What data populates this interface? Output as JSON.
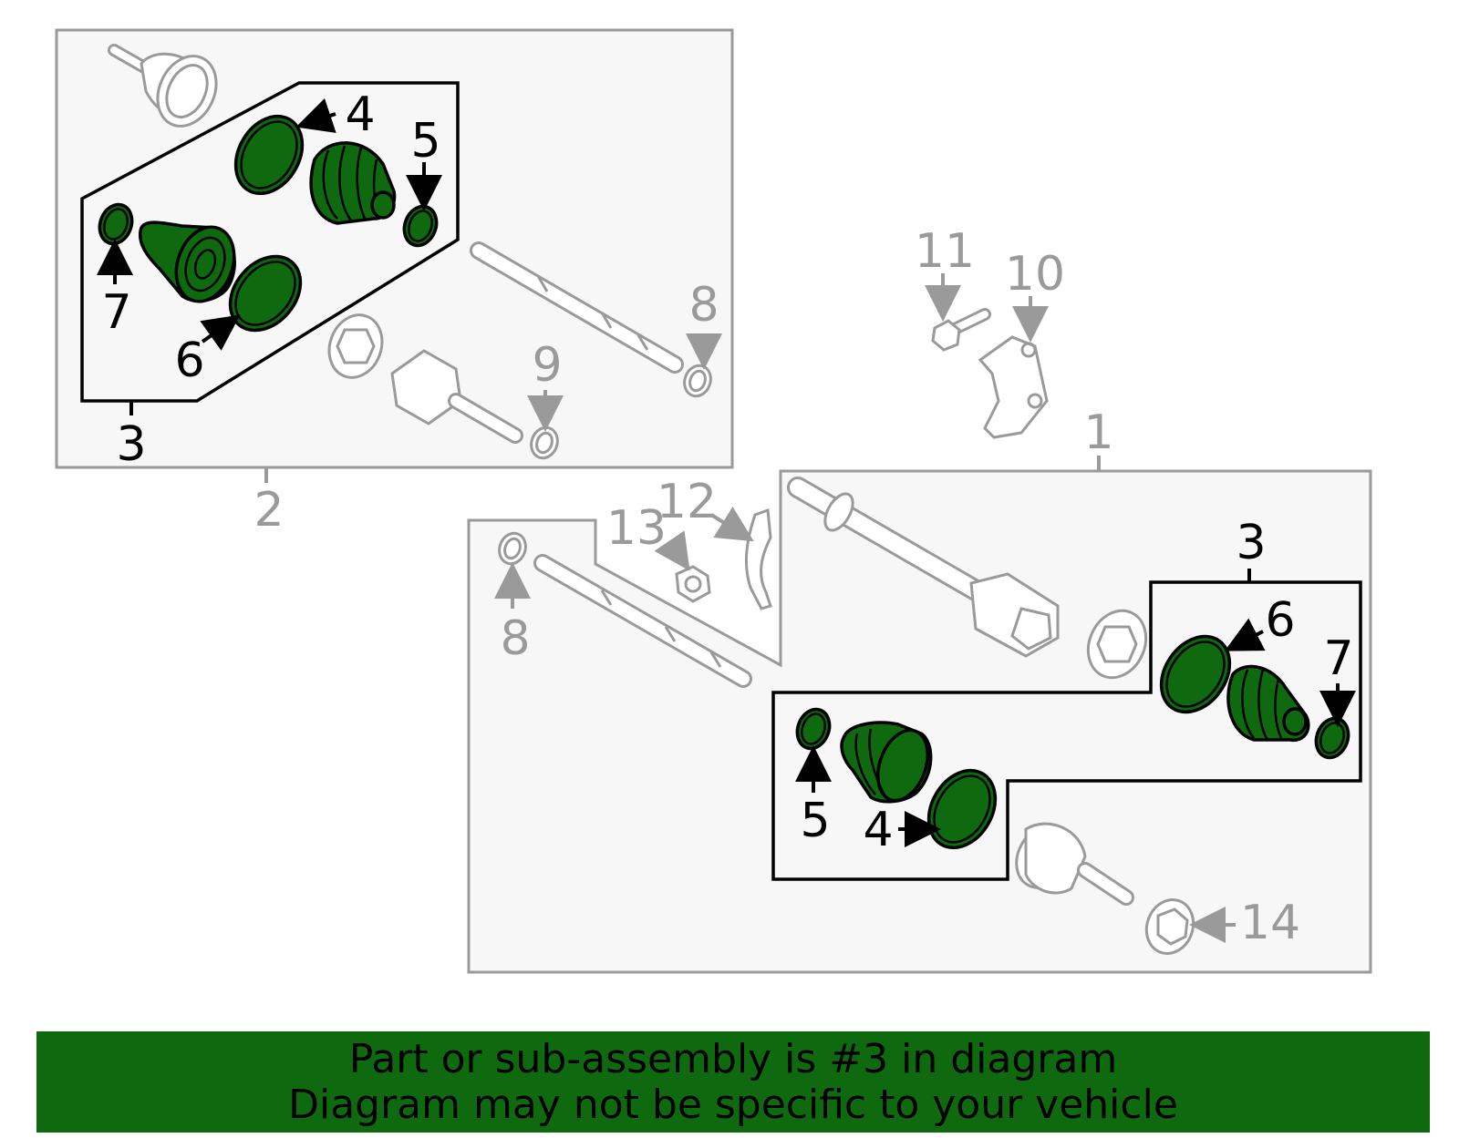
{
  "callouts": {
    "a_1": "1",
    "a_2": "2",
    "a_3_left": "3",
    "a_3_right": "3",
    "a_4_left": "4",
    "a_4_right": "4",
    "a_5_left": "5",
    "a_5_right": "5",
    "a_6_left": "6",
    "a_6_right": "6",
    "a_7_left": "7",
    "a_7_right": "7",
    "a_8_top": "8",
    "a_8_bottom": "8",
    "a_9": "9",
    "a_10": "10",
    "a_11": "11",
    "a_12": "12",
    "a_13": "13",
    "a_14": "14"
  },
  "banner": {
    "line1": "Part or sub-assembly is #3 in diagram",
    "line2": "Diagram may not be specific to your vehicle"
  },
  "colors": {
    "highlight": "#0f6a0f",
    "gray_outline": "#9a9a9a",
    "panel_fill": "#f7f7f7"
  }
}
